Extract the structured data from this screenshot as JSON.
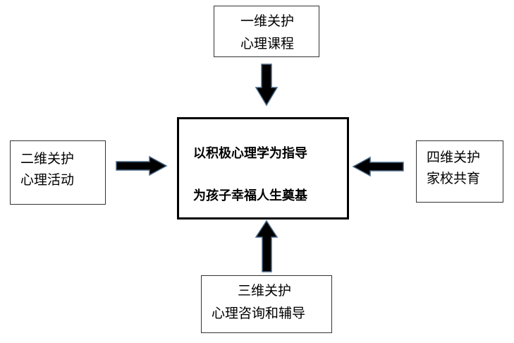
{
  "center": {
    "line1": "以积极心理学为指导",
    "line2": "为孩子幸福人生奠基"
  },
  "top": {
    "line1": "一维关护",
    "line2": "心理课程"
  },
  "left": {
    "line1": "二维关护",
    "line2": "心理活动"
  },
  "bottom": {
    "line1": "三维关护",
    "line2": "心理咨询和辅导"
  },
  "right": {
    "line1": "四维关护",
    "line2": "家校共育"
  },
  "colors": {
    "arrow_fill": "#000000",
    "arrow_stroke": "#4a6a8a",
    "border": "#333333"
  }
}
